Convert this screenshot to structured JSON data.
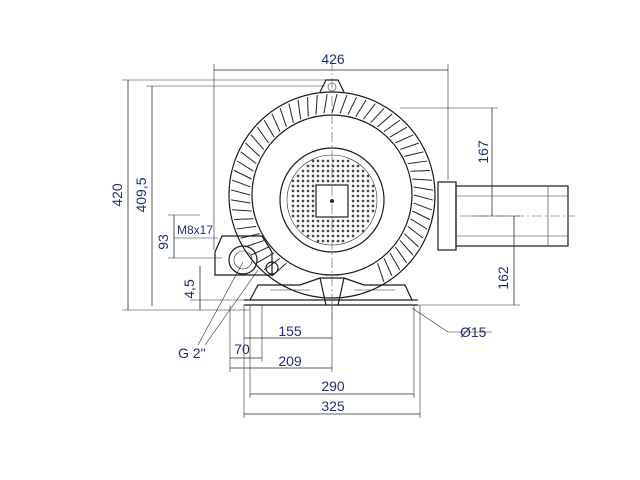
{
  "dimensions": {
    "overall_width": "426",
    "total_height": "420",
    "axis_height": "409,5",
    "flange_offset": "93",
    "thread_spec": "M8x17",
    "foot_height": "4,5",
    "outlet_upper": "167",
    "outlet_lower": "162",
    "hole_diameter": "Ø15",
    "port_thread": "G 2\"",
    "dist_70": "70",
    "dist_155": "155",
    "dist_209": "209",
    "dist_290": "290",
    "dist_325": "325"
  },
  "colors": {
    "dimension_text": "#1f2f7a",
    "lines": "#1a1a1a"
  }
}
